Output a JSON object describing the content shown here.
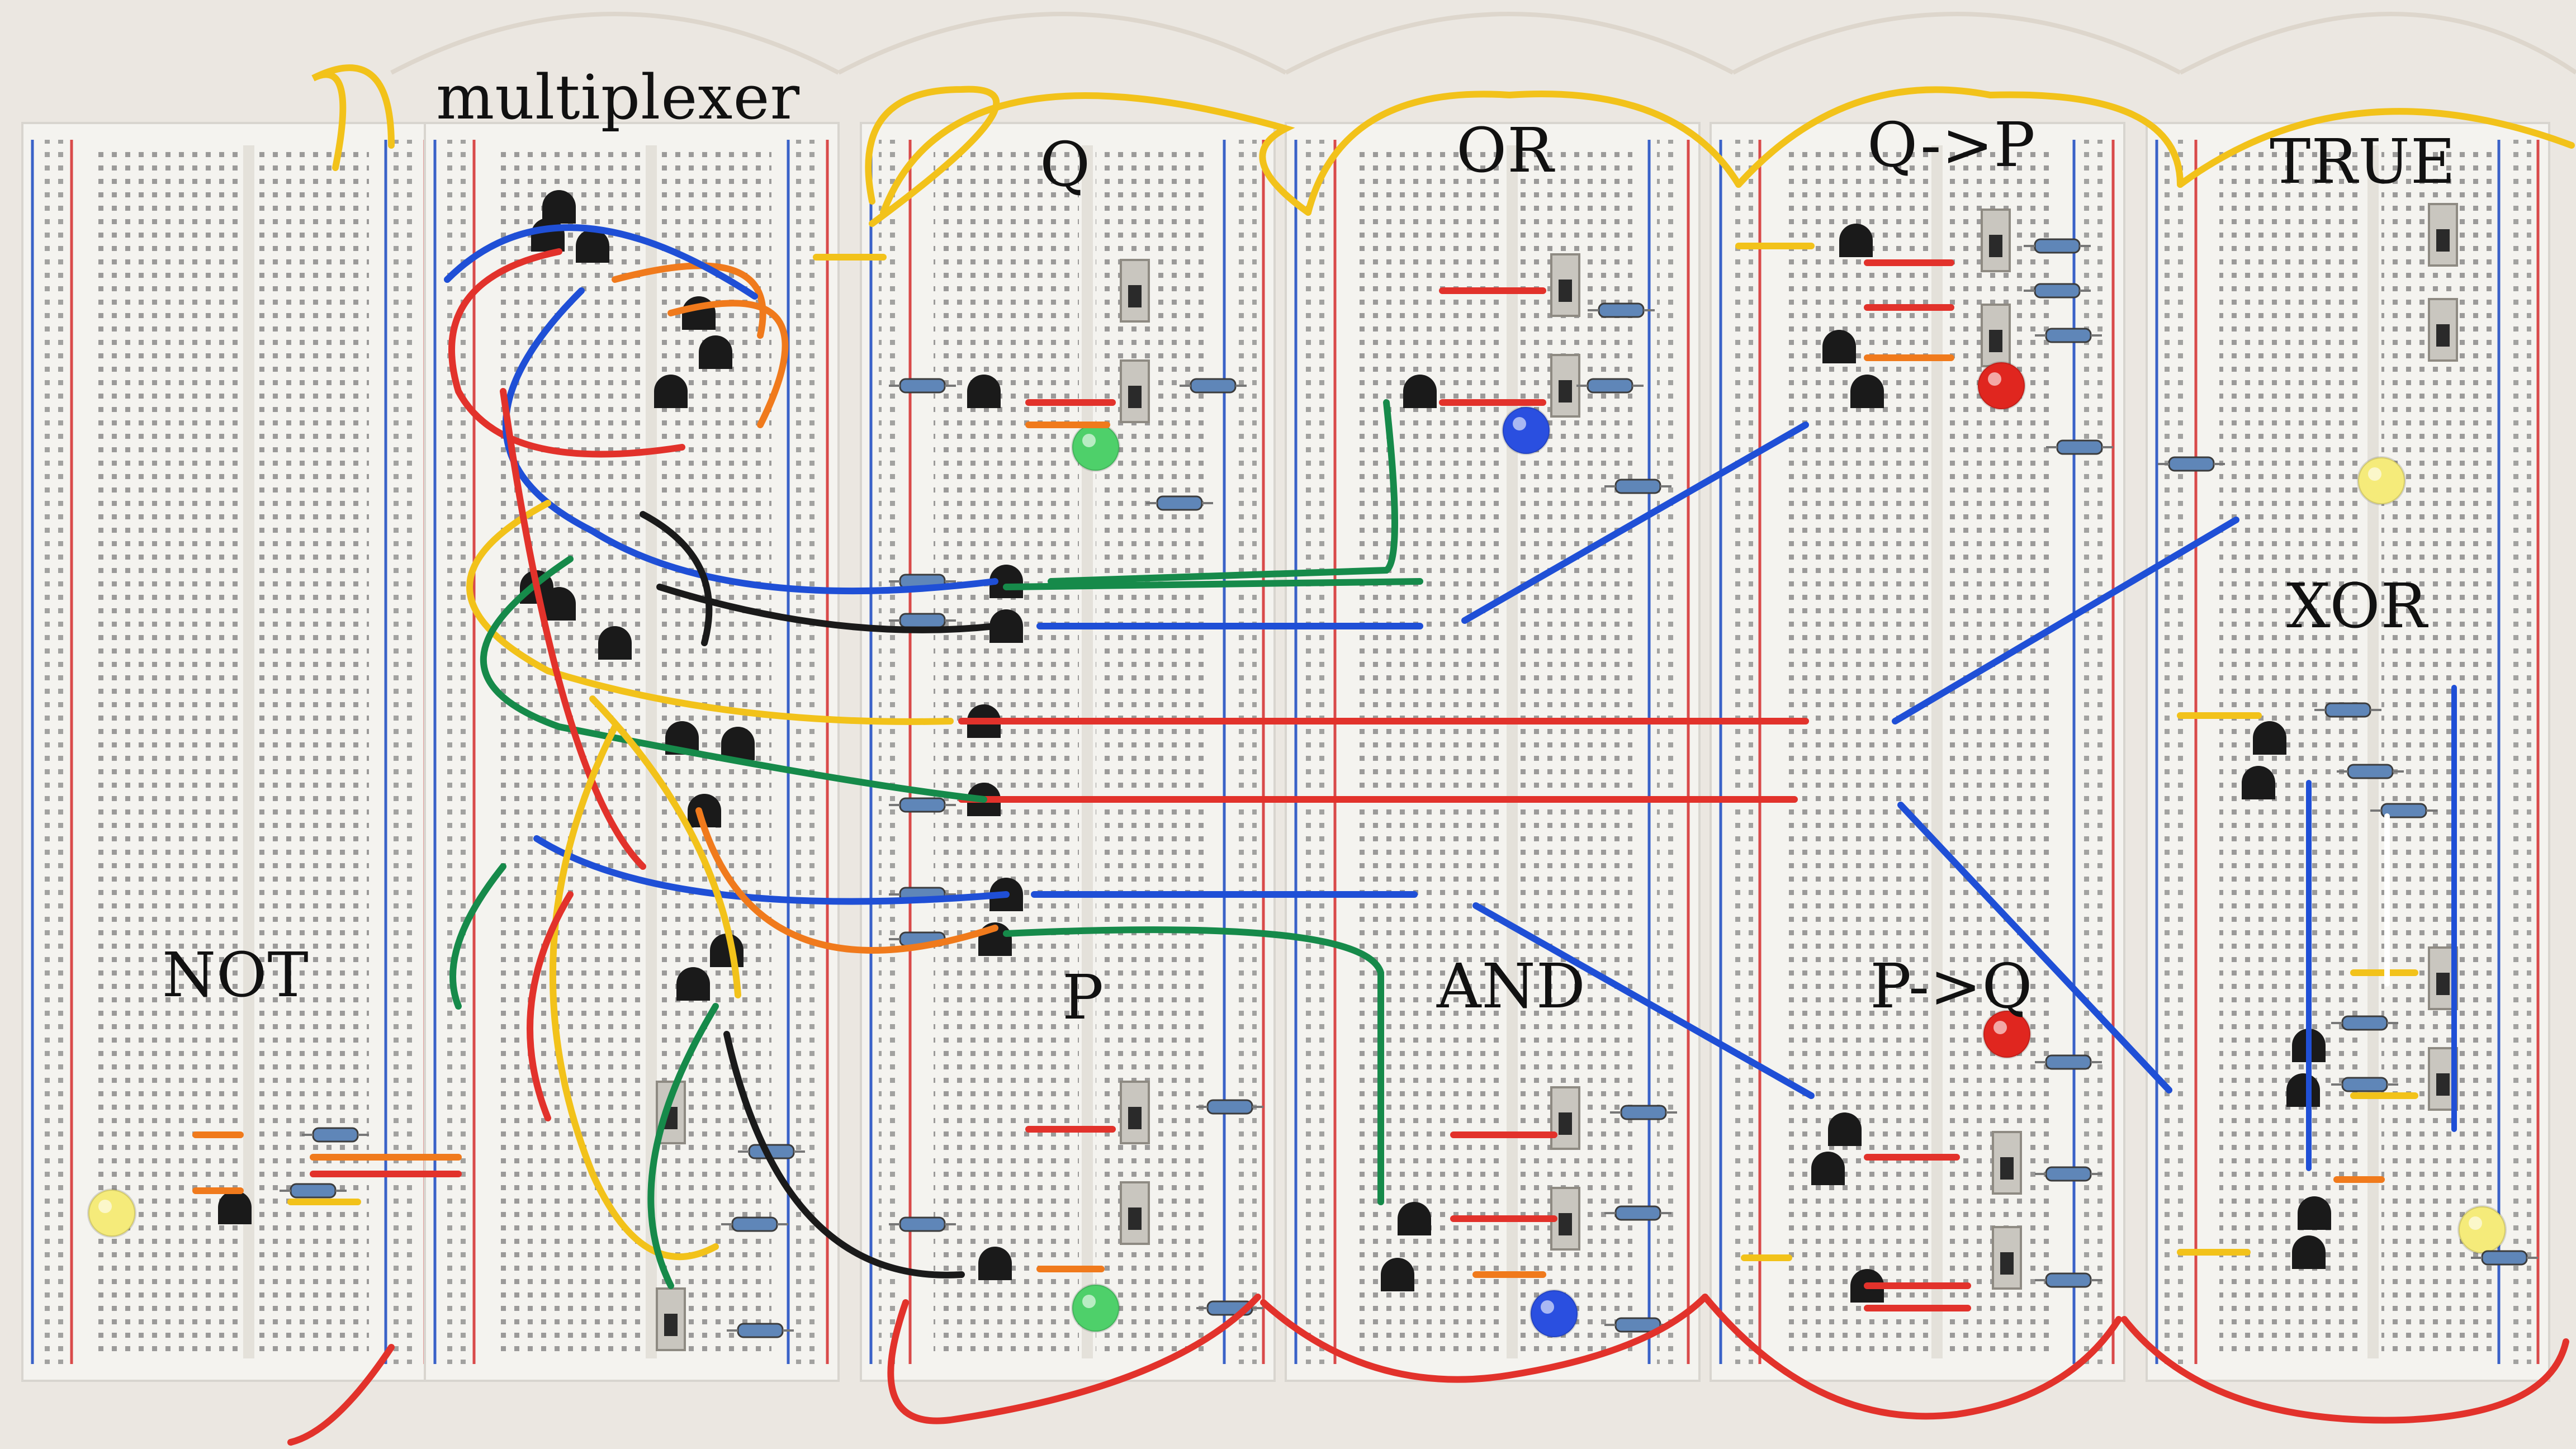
{
  "image": {
    "kind": "photo",
    "subject": "breadboard logic gate circuits"
  },
  "labels": {
    "multiplexer": "multiplexer",
    "q": "Q",
    "or": "OR",
    "q_implies_p": "Q->P",
    "true": "TRUE",
    "xor": "XOR",
    "not": "NOT",
    "p": "P",
    "and": "AND",
    "p_implies_q": "P->Q"
  },
  "colors": {
    "background": "#ece9e4",
    "board": "#f4f3ef",
    "rail_red": "#d94a4a",
    "rail_blue": "#3a62c8",
    "wire_red": "#e2322b",
    "wire_blue": "#1f4fd6",
    "wire_green": "#168a4a",
    "wire_yellow": "#f2c21a",
    "wire_orange": "#f07a1c",
    "wire_black": "#1a1a1a",
    "led_red": "#e0261f",
    "led_green": "#4ed06a",
    "led_blue": "#2a4fe0",
    "led_yellow": "#f5eb7a"
  }
}
